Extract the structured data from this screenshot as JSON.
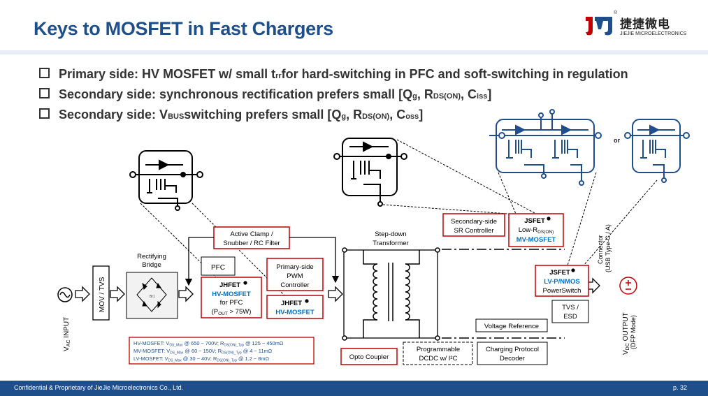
{
  "header": {
    "title": "Keys to MOSFET in Fast Chargers",
    "logo_cn": "捷捷微电",
    "logo_en": "JIEJIE MICROELECTRONICS",
    "logo_reg": "®"
  },
  "bullets": [
    {
      "pre": "Primary side: HV MOSFET w/ small t",
      "sub": "rr",
      "post": " for hard-switching in PFC and soft-switching in regulation"
    },
    {
      "pre": "Secondary side: synchronous rectification prefers small [Q",
      "sub1": "g",
      "mid1": ", R",
      "sub2": "DS(ON)",
      "mid2": ", C",
      "sub3": "iss",
      "post": "]"
    },
    {
      "pre": "Secondary side: V",
      "sub0": "BUS",
      "mid0": " switching prefers small [Q",
      "sub1": "g",
      "mid1": ", R",
      "sub2": "DS(ON)",
      "mid2": ", C",
      "sub3": "oss",
      "post": "]"
    }
  ],
  "diagram": {
    "vac_input": "V",
    "vac_sub": "AC",
    "vac_rest": " INPUT",
    "mov_tvs": "MOV / TVS",
    "rect_bridge_1": "Rectifying",
    "rect_bridge_2": "Bridge",
    "active_clamp_1": "Active Clamp /",
    "active_clamp_2": "Snubber / RC Filter",
    "pfc": "PFC",
    "hv_pfc_jhfet": "JHFET",
    "hv_pfc_mosfet": "HV-MOSFET",
    "hv_pfc_for": "for PFC",
    "hv_pfc_pout_pre": "(P",
    "hv_pfc_pout_sub": "OUT",
    "hv_pfc_pout_post": " > 75W)",
    "pwm_1": "Primary-side",
    "pwm_2": "PWM",
    "pwm_3": "Controller",
    "pwm_jhfet": "JHFET",
    "pwm_mosfet": "HV-MOSFET",
    "transformer_1": "Step-down",
    "transformer_2": "Transformer",
    "sr_controller_1": "Secondary-side",
    "sr_controller_2": "SR Controller",
    "sr_jsfet": "JSFET",
    "sr_low_r": "Low-R",
    "sr_low_r_sub": "DS(ON)",
    "sr_mv": "MV-MOSFET",
    "vbus_jsfet": "JSFET",
    "vbus_lvp": "LV-P/NMOS",
    "vbus_powerswitch": "PowerSwitch",
    "tvs_esd_1": "TVS /",
    "tvs_esd_2": "ESD",
    "voltage_ref": "Voltage Reference",
    "opto_coupler": "Opto Coupler",
    "prog_dcdc_1": "Programmable",
    "prog_dcdc_2": "DCDC w/ I²C",
    "charging_protocol_1": "Charging Protocol",
    "charging_protocol_2": "Decoder",
    "connector_1": "Connector",
    "connector_2": "(USB Type-C / A)",
    "vdc_output_pre": "V",
    "vdc_output_sub": "DC",
    "vdc_output_post": " OUTPUT",
    "dfp_mode": "(DFP Mode)",
    "or_label": "or",
    "bri_label": "Br1",
    "mosfet_specs": [
      {
        "name": "HV-MOSFET: V",
        "vsub": "DS_Max",
        "vrange": " @ 650 ~ 700V; R",
        "rsub": "DS(ON)_Typ",
        "rrange": " @ 125 ~ 450mΩ"
      },
      {
        "name": "MV-MOSFET: V",
        "vsub": "DS_Max",
        "vrange": " @ 60 ~ 150V; R",
        "rsub": "DS(ON)_Typ",
        "rrange": " @ 4 ~ 11mΩ"
      },
      {
        "name": "LV-MOSFET: V",
        "vsub": "DS_Max",
        "vrange": " @ 30 ~ 40V; R",
        "rsub": "DS(ON)_Typ",
        "rrange": " @ 1.2 ~ 8mΩ"
      }
    ]
  },
  "footer": {
    "left": "Confidential & Proprietary of JieJie Microelectronics Co., Ltd.",
    "right": "p. 32"
  },
  "colors": {
    "brand_blue": "#1f4f8b",
    "red_box": "#c00000",
    "accent_blue": "#0070c0",
    "mosfet_dark_blue": "#1f4e8c"
  }
}
